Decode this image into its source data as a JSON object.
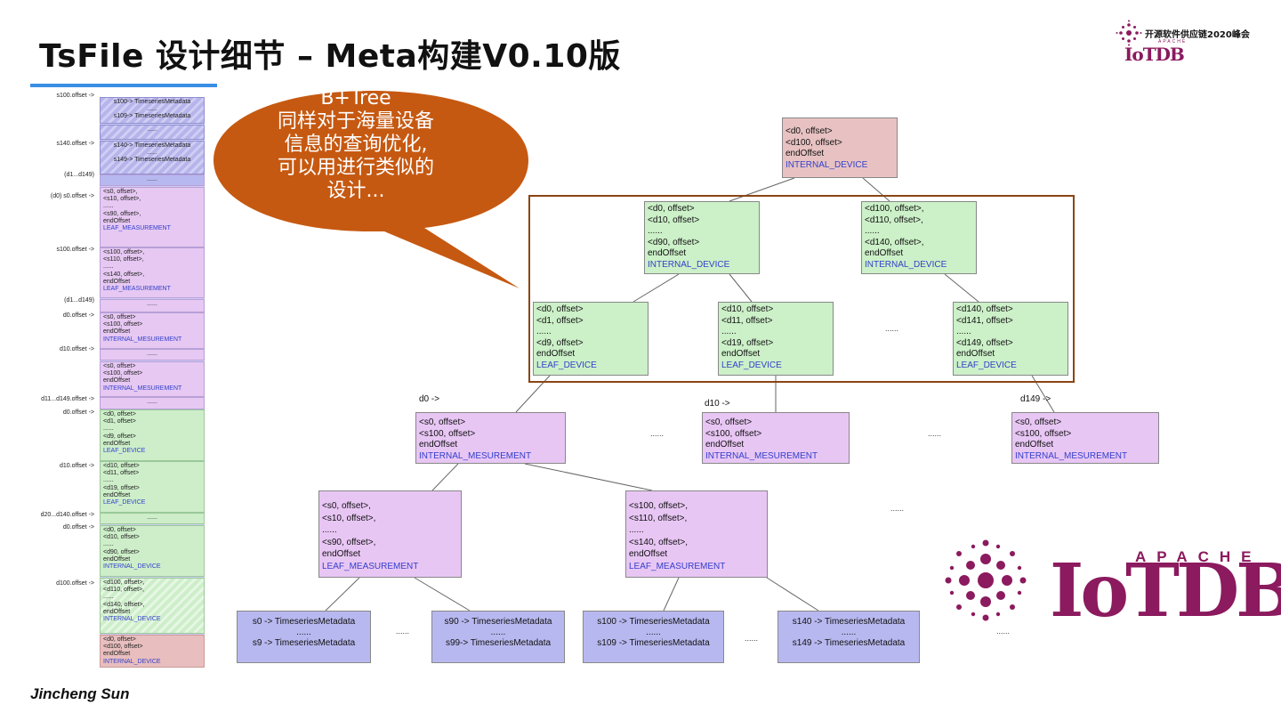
{
  "title": "TsFile 设计细节 – Meta构建V0.10版",
  "author": "Jincheng Sun",
  "logo_top": {
    "text": "开源软件供应链2020峰会",
    "apache": "APACHE",
    "brand": "IoTDB"
  },
  "logo_big": {
    "apache": "APACHE",
    "brand": "IoTDB"
  },
  "bubble": {
    "lines": [
      "B+Tree",
      "同样对于海量设备",
      "信息的查询优化,",
      "可以用进行类似的",
      "设计..."
    ]
  },
  "left_labels": [
    "s100.offset ->",
    "s140.offset ->",
    "(d1...d149)",
    "(d0) s0.offset ->",
    "s100.offset ->",
    "(d1...d149)",
    "d0.offset ->",
    "d10.offset ->",
    "d11...d149.offset ->",
    "d0.offset ->",
    "d10.offset ->",
    "d20...d140.offset ->",
    "d0.offset ->",
    "d100.offset ->"
  ],
  "left_cells": [
    {
      "lines": [
        "s100-> TimeseriesMetadata",
        "......",
        "s109-> TimeseriesMetadata"
      ]
    },
    {
      "lines": [
        "......"
      ]
    },
    {
      "lines": [
        "s140-> TimeseriesMetadata",
        "......",
        "s149-> TimeseriesMetadata"
      ]
    },
    {
      "lines": [
        "......"
      ]
    },
    {
      "lines": [
        "<s0, offset>,",
        "<s10, offset>,",
        "......",
        "<s90, offset>,",
        "endOffset"
      ],
      "tag": "LEAF_MEASUREMENT"
    },
    {
      "lines": [
        "<s100, offset>,",
        "<s110, offset>,",
        "......",
        "<s140, offset>,",
        "endOffset"
      ],
      "tag": "LEAF_MEASUREMENT"
    },
    {
      "lines": [
        "......"
      ]
    },
    {
      "lines": [
        "<s0, offset>",
        "<s100, offset>",
        "endOffset"
      ],
      "tag": "INTERNAL_MESUREMENT"
    },
    {
      "lines": [
        "......"
      ]
    },
    {
      "lines": [
        "<s0, offset>",
        "<s100, offset>",
        "endOffset"
      ],
      "tag": "INTERNAL_MESUREMENT"
    },
    {
      "lines": [
        "......"
      ]
    },
    {
      "lines": [
        "<d0, offset>",
        "<d1, offset>",
        "......",
        "<d9, offset>",
        "endOffset"
      ],
      "tag": "LEAF_DEVICE"
    },
    {
      "lines": [
        "<d10, offset>",
        "<d11, offset>",
        "......",
        "<d19, offset>",
        "endOffset"
      ],
      "tag": "LEAF_DEVICE"
    },
    {
      "lines": [
        "......"
      ]
    },
    {
      "lines": [
        "<d0, offset>",
        "<d10, offset>",
        "......",
        "<d90, offset>",
        "endOffset"
      ],
      "tag": "INTERNAL_DEVICE"
    },
    {
      "lines": [
        "<d100, offset>,",
        "<d110, offset>,",
        "......",
        "<d140, offset>,",
        "endOffset"
      ],
      "tag": "INTERNAL_DEVICE"
    },
    {
      "lines": [
        "<d0, offset>",
        "<d100, offset>",
        "endOffset"
      ],
      "tag": "INTERNAL_DEVICE"
    }
  ],
  "root": {
    "lines": [
      "<d0, offset>",
      "<d100, offset>",
      "endOffset"
    ],
    "tag": "INTERNAL_DEVICE"
  },
  "internal_devices": [
    {
      "lines": [
        "<d0, offset>",
        "<d10, offset>",
        "......",
        "<d90, offset>",
        "endOffset"
      ],
      "tag": "INTERNAL_DEVICE"
    },
    {
      "lines": [
        "<d100, offset>,",
        "<d110, offset>,",
        "......",
        "<d140, offset>,",
        "endOffset"
      ],
      "tag": "INTERNAL_DEVICE"
    }
  ],
  "leaf_devices": [
    {
      "lines": [
        "<d0, offset>",
        "<d1, offset>",
        "......",
        "<d9, offset>",
        "endOffset"
      ],
      "tag": "LEAF_DEVICE"
    },
    {
      "lines": [
        "<d10, offset>",
        "<d11, offset>",
        "......",
        "<d19, offset>",
        "endOffset"
      ],
      "tag": "LEAF_DEVICE"
    },
    {
      "lines": [
        "<d140, offset>",
        "<d141, offset>",
        "......",
        "<d149, offset>",
        "endOffset"
      ],
      "tag": "LEAF_DEVICE"
    }
  ],
  "pointer_labels": [
    "d0 ->",
    "d10 ->",
    "d149 ->"
  ],
  "internal_measurements": [
    {
      "lines": [
        "<s0, offset>",
        "<s100, offset>",
        "endOffset"
      ],
      "tag": "INTERNAL_MESUREMENT"
    },
    {
      "lines": [
        "<s0, offset>",
        "<s100, offset>",
        "endOffset"
      ],
      "tag": "INTERNAL_MESUREMENT"
    },
    {
      "lines": [
        "<s0, offset>",
        "<s100, offset>",
        "endOffset"
      ],
      "tag": "INTERNAL_MESUREMENT"
    }
  ],
  "leaf_measurements": [
    {
      "lines": [
        "<s0, offset>,",
        "<s10, offset>,",
        "......",
        "<s90, offset>,",
        "endOffset"
      ],
      "tag": "LEAF_MEASUREMENT"
    },
    {
      "lines": [
        "<s100, offset>,",
        "<s110, offset>,",
        "......",
        "<s140, offset>,",
        "endOffset"
      ],
      "tag": "LEAF_MEASUREMENT"
    }
  ],
  "timeseries": [
    {
      "top": "s0 -> TimeseriesMetadata",
      "mid": "......",
      "bottom": "s9 -> TimeseriesMetadata"
    },
    {
      "top": "s90 -> TimeseriesMetadata",
      "mid": "......",
      "bottom": "s99-> TimeseriesMetadata"
    },
    {
      "top": "s100 -> TimeseriesMetadata",
      "mid": "......",
      "bottom": "s109 -> TimeseriesMetadata"
    },
    {
      "top": "s140 -> TimeseriesMetadata",
      "mid": "......",
      "bottom": "s149 -> TimeseriesMetadata"
    }
  ],
  "ellipsis": "......"
}
